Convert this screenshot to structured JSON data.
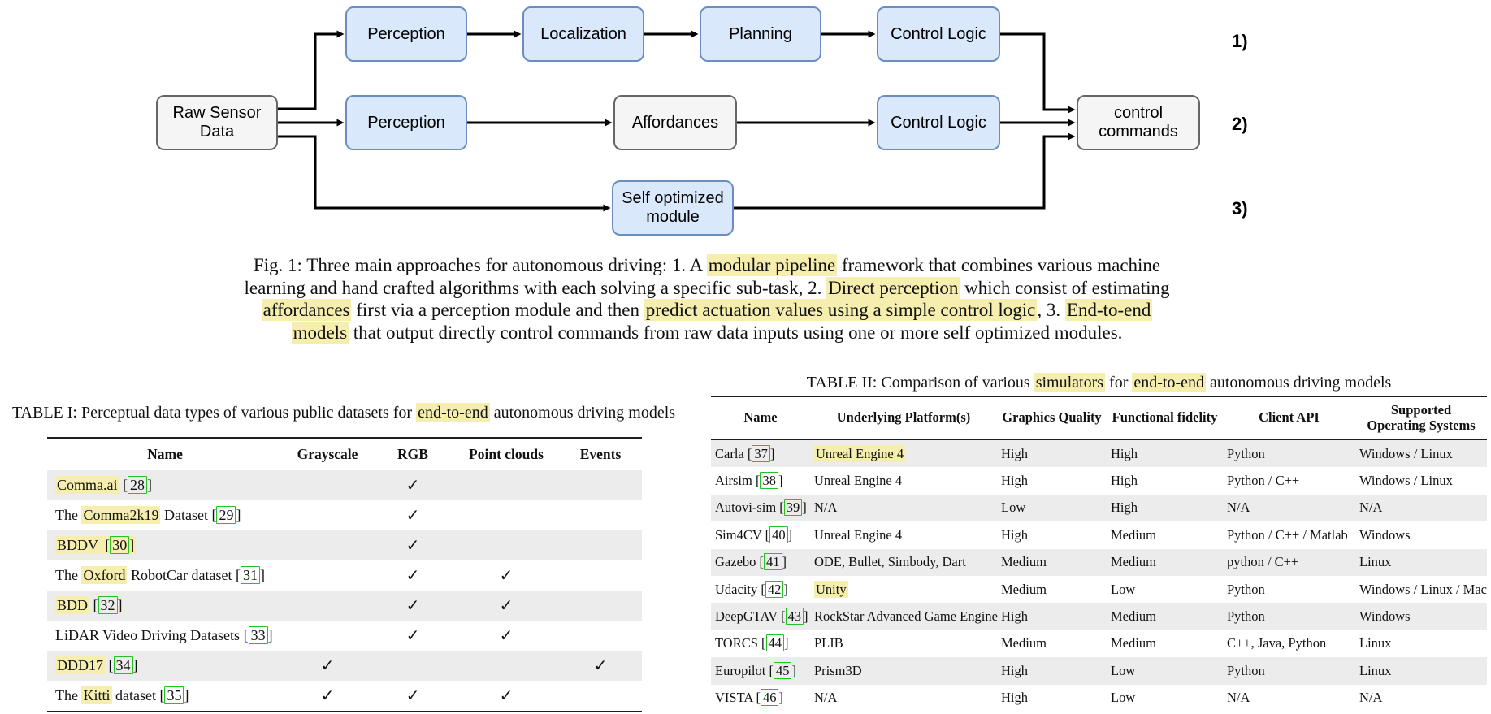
{
  "colors": {
    "highlight": "#f5eeae",
    "citation_green": "#22c322",
    "box_blue_fill": "#dae8fc",
    "box_blue_border": "#6c8ebf",
    "box_gray_fill": "#f5f5f5",
    "box_gray_border": "#666666",
    "row_shade": "#ececec"
  },
  "figure": {
    "boxes": [
      {
        "label": "Raw Sensor\nData",
        "type": "gray"
      },
      {
        "label": "Perception",
        "type": "blue"
      },
      {
        "label": "Localization",
        "type": "blue"
      },
      {
        "label": "Planning",
        "type": "blue"
      },
      {
        "label": "Control Logic",
        "type": "blue"
      },
      {
        "label": "Perception",
        "type": "blue"
      },
      {
        "label": "Affordances",
        "type": "gray"
      },
      {
        "label": "Control Logic",
        "type": "blue"
      },
      {
        "label": "control\ncommands",
        "type": "gray"
      },
      {
        "label": "Self optimized\nmodule",
        "type": "blue"
      }
    ],
    "row_labels": [
      "1)",
      "2)",
      "3)"
    ],
    "caption_lines": [
      [
        {
          "t": "Fig. 1: Three main approaches for autonomous driving: 1. A "
        },
        {
          "t": "modular pipeline",
          "h": true
        },
        {
          "t": " framework that combines various machine"
        }
      ],
      [
        {
          "t": "learning and hand crafted algorithms with each solving a specific sub-task, 2. "
        },
        {
          "t": "Direct perception",
          "h": true
        },
        {
          "t": " which consist of estimating"
        }
      ],
      [
        {
          "t": "affordances",
          "h": true
        },
        {
          "t": " first via a perception module and then "
        },
        {
          "t": "predict actuation values using a simple control logic",
          "h": true
        },
        {
          "t": ", 3. "
        },
        {
          "t": "End-to-end",
          "h": true
        }
      ],
      [
        {
          "t": "models",
          "h": true
        },
        {
          "t": " that output directly control commands from raw data inputs using one or more self optimized modules."
        }
      ]
    ]
  },
  "table1": {
    "title_segments": [
      {
        "t": "TABLE I: Perceptual data types of various public datasets for "
      },
      {
        "t": "end-to-end",
        "h": true
      },
      {
        "t": " autonomous driving models"
      }
    ],
    "headers": [
      "Name",
      "Grayscale",
      "RGB",
      "Point clouds",
      "Events"
    ],
    "checkmark": "✓",
    "rows": [
      {
        "name_segments": [
          {
            "t": "Comma.ai",
            "h": true
          },
          {
            "t": " "
          },
          {
            "t": "28",
            "c": true
          }
        ],
        "checks": [
          false,
          true,
          false,
          false
        ]
      },
      {
        "name_segments": [
          {
            "t": "The "
          },
          {
            "t": "Comma2k19",
            "h": true
          },
          {
            "t": " Dataset "
          },
          {
            "t": "29",
            "c": true
          }
        ],
        "checks": [
          false,
          true,
          false,
          false
        ]
      },
      {
        "name_segments": [
          {
            "t": "BDDV ",
            "h": true
          },
          {
            "t": "30",
            "c": true,
            "h": true
          }
        ],
        "checks": [
          false,
          true,
          false,
          false
        ]
      },
      {
        "name_segments": [
          {
            "t": "The "
          },
          {
            "t": "Oxford",
            "h": true
          },
          {
            "t": " RobotCar dataset "
          },
          {
            "t": "31",
            "c": true
          }
        ],
        "checks": [
          false,
          true,
          true,
          false
        ]
      },
      {
        "name_segments": [
          {
            "t": "BDD",
            "h": true
          },
          {
            "t": " "
          },
          {
            "t": "32",
            "c": true
          }
        ],
        "checks": [
          false,
          true,
          true,
          false
        ]
      },
      {
        "name_segments": [
          {
            "t": "LiDAR Video Driving Datasets "
          },
          {
            "t": "33",
            "c": true
          }
        ],
        "checks": [
          false,
          true,
          true,
          false
        ]
      },
      {
        "name_segments": [
          {
            "t": "DDD17",
            "h": true
          },
          {
            "t": " "
          },
          {
            "t": "34",
            "c": true
          }
        ],
        "checks": [
          true,
          false,
          false,
          true
        ]
      },
      {
        "name_segments": [
          {
            "t": "The "
          },
          {
            "t": "Kitti",
            "h": true
          },
          {
            "t": " dataset "
          },
          {
            "t": "35",
            "c": true
          }
        ],
        "checks": [
          true,
          true,
          true,
          false
        ]
      }
    ]
  },
  "table2": {
    "title_segments": [
      {
        "t": "TABLE II: Comparison of various "
      },
      {
        "t": "simulators",
        "h": true
      },
      {
        "t": " for "
      },
      {
        "t": "end-to-end",
        "h": true
      },
      {
        "t": " autonomous driving models"
      }
    ],
    "headers": [
      "Name",
      "Underlying Platform(s)",
      "Graphics Quality",
      "Functional fidelity",
      "Client API",
      "Supported Operating Systems"
    ],
    "rows": [
      {
        "name": "Carla",
        "cite": "37",
        "platform": "Unreal Engine 4",
        "platform_highlight": true,
        "graphics": "High",
        "fidelity": "High",
        "client": "Python",
        "os": "Windows / Linux"
      },
      {
        "name": "Airsim",
        "cite": "38",
        "platform": "Unreal Engine 4",
        "platform_highlight": false,
        "graphics": "High",
        "fidelity": "High",
        "client": "Python / C++",
        "os": "Windows / Linux"
      },
      {
        "name": "Autovi-sim",
        "cite": "39",
        "platform": "N/A",
        "platform_highlight": false,
        "graphics": "Low",
        "fidelity": "High",
        "client": "N/A",
        "os": "N/A"
      },
      {
        "name": "Sim4CV",
        "cite": "40",
        "platform": "Unreal Engine 4",
        "platform_highlight": false,
        "graphics": "High",
        "fidelity": "Medium",
        "client": "Python / C++ / Matlab",
        "os": "Windows"
      },
      {
        "name": "Gazebo",
        "cite": "41",
        "platform": "ODE, Bullet, Simbody, Dart",
        "platform_highlight": false,
        "graphics": "Medium",
        "fidelity": "Medium",
        "client": "python / C++",
        "os": "Linux"
      },
      {
        "name": "Udacity",
        "cite": "42",
        "platform": "Unity",
        "platform_highlight": true,
        "graphics": "Medium",
        "fidelity": "Low",
        "client": "Python",
        "os": "Windows / Linux / Mac"
      },
      {
        "name": "DeepGTAV",
        "cite": "43",
        "platform": "RockStar Advanced Game Engine",
        "platform_highlight": false,
        "graphics": "High",
        "fidelity": "Medium",
        "client": "Python",
        "os": "Windows"
      },
      {
        "name": "TORCS",
        "cite": "44",
        "platform": "PLIB",
        "platform_highlight": false,
        "graphics": "Medium",
        "fidelity": "Medium",
        "client": "C++, Java, Python",
        "os": "Linux"
      },
      {
        "name": "Europilot",
        "cite": "45",
        "platform": "Prism3D",
        "platform_highlight": false,
        "graphics": "High",
        "fidelity": "Low",
        "client": "Python",
        "os": "Linux"
      },
      {
        "name": "VISTA",
        "cite": "46",
        "platform": "N/A",
        "platform_highlight": false,
        "graphics": "High",
        "fidelity": "Low",
        "client": "N/A",
        "os": "N/A"
      }
    ]
  }
}
